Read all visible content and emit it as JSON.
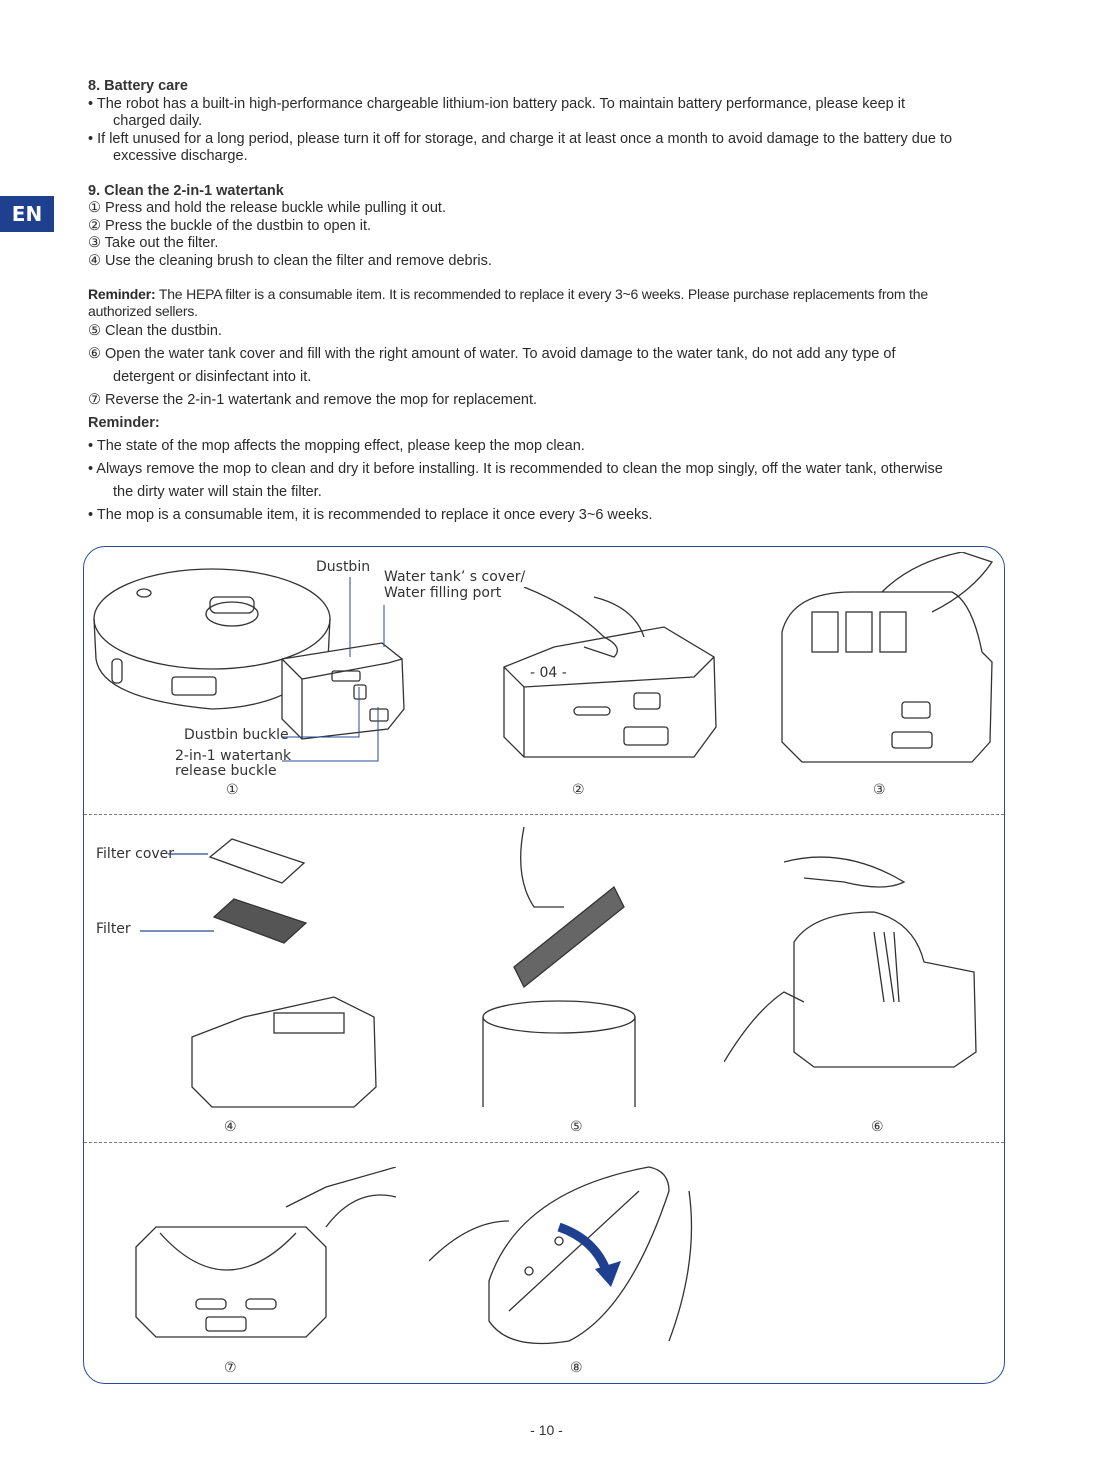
{
  "lang_tab": "EN",
  "battery": {
    "heading": "8. Battery care",
    "bullet1_a": "• The robot has a built-in high-performance chargeable lithium-ion battery pack. To maintain battery performance, please keep it",
    "bullet1_b": "charged daily.",
    "bullet2_a": "• If left unused for a long period, please turn it off for storage, and charge it at least once a month to avoid damage to the battery due to",
    "bullet2_b": "excessive discharge."
  },
  "watertank": {
    "heading": "9. Clean the 2-in-1 watertank",
    "step1": "① Press and hold the release buckle while pulling it out.",
    "step2": "② Press the buckle of the dustbin to open it.",
    "step3": "③ Take out the filter.",
    "step4": "④ Use the cleaning brush to clean the filter and remove debris.",
    "reminder1_label": "Reminder:",
    "reminder1_text_a": " The HEPA filter is a consumable item. It is recommended to replace it every 3~6 weeks. Please purchase replacements from the",
    "reminder1_text_b": "authorized sellers.",
    "step5": "⑤ Clean the dustbin.",
    "step6_a": "⑥ Open the water tank cover and fill with the right amount of water. To avoid damage to the water tank, do not add any type of",
    "step6_b": "detergent or disinfectant into it.",
    "step7": "⑦ Reverse the 2-in-1 watertank and remove the mop for replacement.",
    "reminder2_label": "Reminder:",
    "r2_bullet1": "• The state of the mop affects the mopping effect, please keep the mop clean.",
    "r2_bullet2_a": "• Always remove the mop to clean and dry it before installing. It is recommended to clean the mop singly, off the water tank, otherwise",
    "r2_bullet2_b": "the dirty water will stain the filter.",
    "r2_bullet3": "• The mop is a consumable item, it is recommended to replace it once every 3~6 weeks."
  },
  "figure": {
    "label_dustbin": "Dustbin",
    "label_cover_a": "Water tank’ s cover/",
    "label_cover_b": "Water filling port",
    "label_dustbin_buckle": "Dustbin buckle",
    "label_release_a": "2-in-1 watertank",
    "label_release_b": "release buckle",
    "label_filter_cover": "Filter cover",
    "label_filter": "Filter",
    "label_04": "- 04 -",
    "nums": [
      "①",
      "②",
      "③",
      "④",
      "⑤",
      "⑥",
      "⑦",
      "⑧"
    ]
  },
  "footer": "- 10 -",
  "colors": {
    "accent": "#1f3f8f",
    "panel_border": "#2a4a94",
    "text": "#2b2b2b"
  }
}
